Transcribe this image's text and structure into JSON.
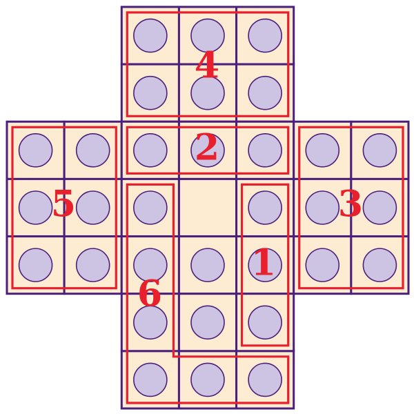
{
  "board": {
    "colors": {
      "cell_fill": "#fdebd2",
      "grid_line": "#4b1f7a",
      "peg_fill": "#cdc3e2",
      "group_outline": "#e8202e",
      "label": "#e8202e"
    },
    "cells": [
      {
        "row": 0,
        "col": 2,
        "peg": true
      },
      {
        "row": 0,
        "col": 3,
        "peg": true
      },
      {
        "row": 0,
        "col": 4,
        "peg": true
      },
      {
        "row": 1,
        "col": 2,
        "peg": true
      },
      {
        "row": 1,
        "col": 3,
        "peg": true
      },
      {
        "row": 1,
        "col": 4,
        "peg": true
      },
      {
        "row": 2,
        "col": 0,
        "peg": true
      },
      {
        "row": 2,
        "col": 1,
        "peg": true
      },
      {
        "row": 2,
        "col": 2,
        "peg": true
      },
      {
        "row": 2,
        "col": 3,
        "peg": true
      },
      {
        "row": 2,
        "col": 4,
        "peg": true
      },
      {
        "row": 2,
        "col": 5,
        "peg": true
      },
      {
        "row": 2,
        "col": 6,
        "peg": true
      },
      {
        "row": 3,
        "col": 0,
        "peg": true
      },
      {
        "row": 3,
        "col": 1,
        "peg": true
      },
      {
        "row": 3,
        "col": 2,
        "peg": true
      },
      {
        "row": 3,
        "col": 3,
        "peg": false
      },
      {
        "row": 3,
        "col": 4,
        "peg": true
      },
      {
        "row": 3,
        "col": 5,
        "peg": true
      },
      {
        "row": 3,
        "col": 6,
        "peg": true
      },
      {
        "row": 4,
        "col": 0,
        "peg": true
      },
      {
        "row": 4,
        "col": 1,
        "peg": true
      },
      {
        "row": 4,
        "col": 2,
        "peg": true
      },
      {
        "row": 4,
        "col": 3,
        "peg": true
      },
      {
        "row": 4,
        "col": 4,
        "peg": true
      },
      {
        "row": 4,
        "col": 5,
        "peg": true
      },
      {
        "row": 4,
        "col": 6,
        "peg": true
      },
      {
        "row": 5,
        "col": 2,
        "peg": true
      },
      {
        "row": 5,
        "col": 3,
        "peg": true
      },
      {
        "row": 5,
        "col": 4,
        "peg": true
      },
      {
        "row": 6,
        "col": 2,
        "peg": true
      },
      {
        "row": 6,
        "col": 3,
        "peg": true
      },
      {
        "row": 6,
        "col": 4,
        "peg": true
      }
    ],
    "groups": [
      {
        "label": "1",
        "cells": [
          [
            3,
            4
          ],
          [
            4,
            4
          ],
          [
            5,
            4
          ]
        ]
      },
      {
        "label": "2",
        "cells": [
          [
            2,
            2
          ],
          [
            2,
            3
          ],
          [
            2,
            4
          ]
        ]
      },
      {
        "label": "3",
        "cells": [
          [
            2,
            5
          ],
          [
            2,
            6
          ],
          [
            3,
            5
          ],
          [
            3,
            6
          ],
          [
            4,
            5
          ],
          [
            4,
            6
          ]
        ]
      },
      {
        "label": "4",
        "cells": [
          [
            0,
            2
          ],
          [
            0,
            3
          ],
          [
            0,
            4
          ],
          [
            1,
            2
          ],
          [
            1,
            3
          ],
          [
            1,
            4
          ]
        ]
      },
      {
        "label": "5",
        "cells": [
          [
            2,
            0
          ],
          [
            2,
            1
          ],
          [
            3,
            0
          ],
          [
            3,
            1
          ],
          [
            4,
            0
          ],
          [
            4,
            1
          ]
        ]
      },
      {
        "label": "6",
        "cells": [
          [
            3,
            2
          ],
          [
            4,
            2
          ],
          [
            5,
            2
          ],
          [
            6,
            2
          ],
          [
            6,
            3
          ],
          [
            6,
            4
          ]
        ]
      }
    ]
  }
}
